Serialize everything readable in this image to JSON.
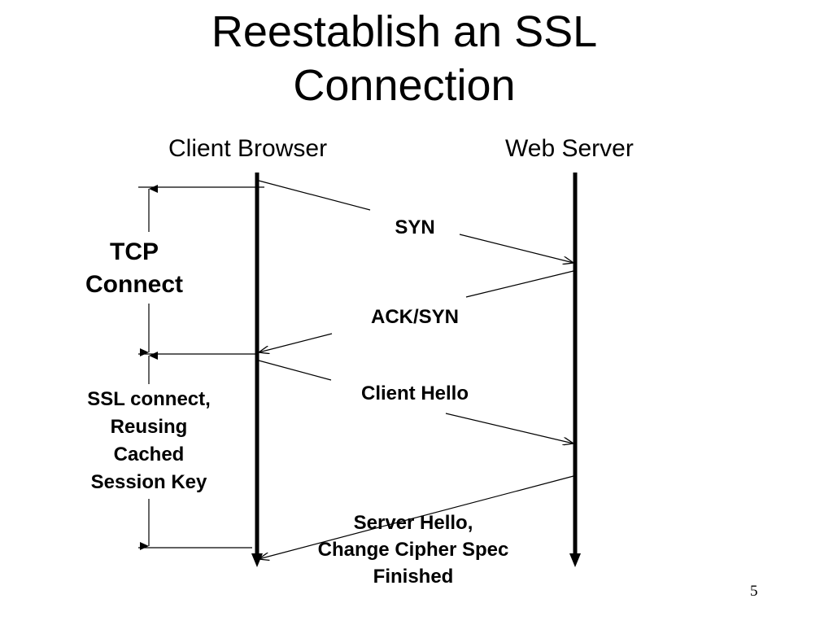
{
  "title": {
    "line1": "Reestablish an SSL",
    "line2": "Connection"
  },
  "actors": {
    "client": "Client Browser",
    "server": "Web Server"
  },
  "messages": {
    "syn": "SYN",
    "ack_syn": "ACK/SYN",
    "client_hello": "Client Hello",
    "server_hello": [
      "Server Hello,",
      "Change Cipher Spec",
      "Finished"
    ]
  },
  "phases": {
    "tcp": [
      "TCP",
      "Connect"
    ],
    "ssl": [
      "SSL connect,",
      "Reusing",
      "Cached",
      "Session Key"
    ]
  },
  "page_number": "5"
}
